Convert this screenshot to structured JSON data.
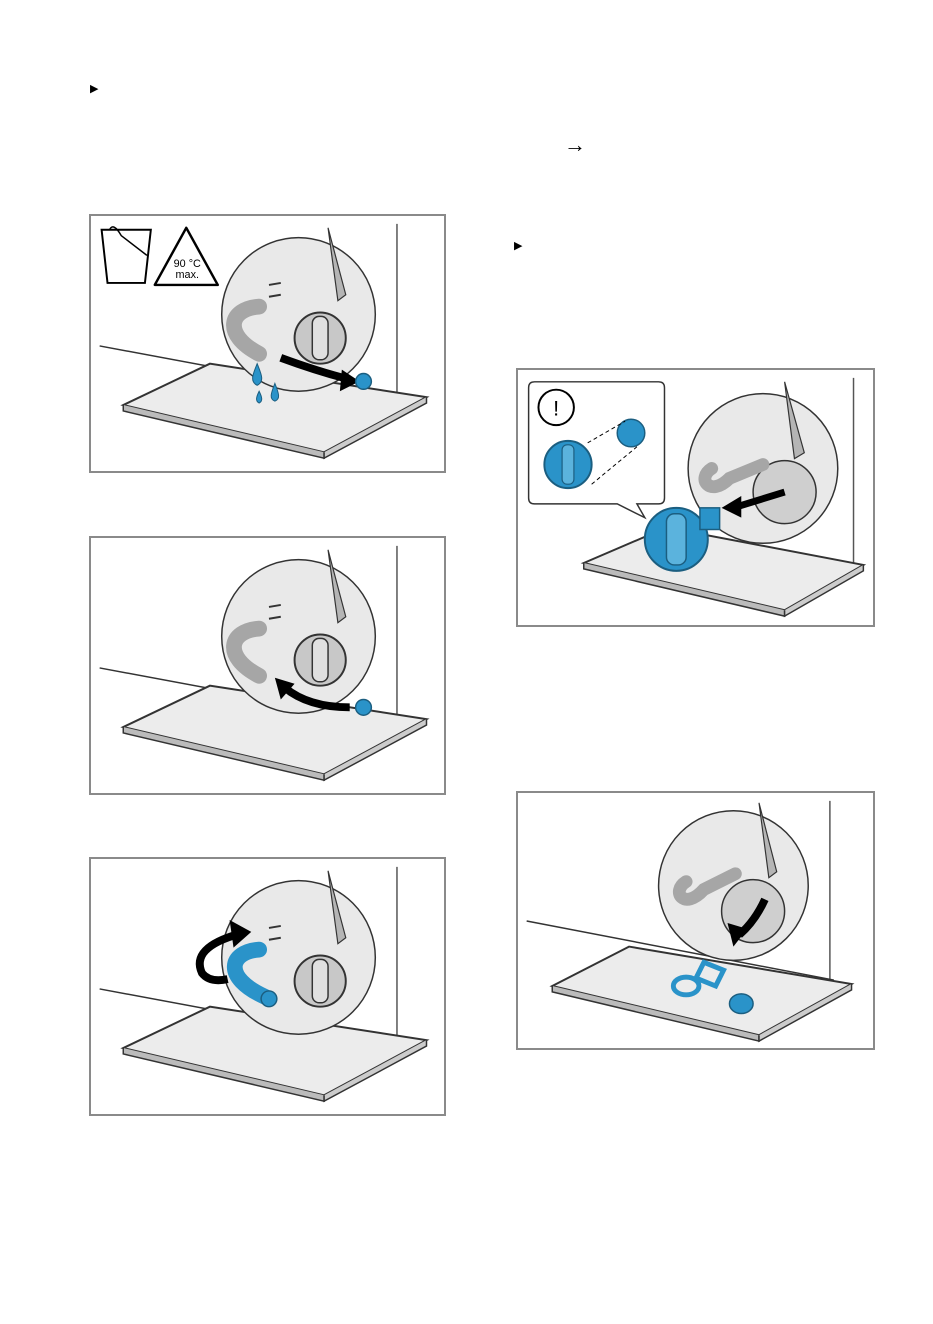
{
  "document": {
    "bullet_glyph": "▶",
    "arrow_glyph": "→"
  },
  "figures": [
    {
      "id": "fig-drain-water",
      "warning_label_line1": "90 °C",
      "warning_label_line2": "max.",
      "accent_color": "#2a93c9"
    },
    {
      "id": "fig-refit-cap",
      "accent_color": "#2a93c9"
    },
    {
      "id": "fig-stow-hose",
      "accent_color": "#2a93c9"
    },
    {
      "id": "fig-remove-filter",
      "notice_glyph": "!",
      "accent_color": "#2a93c9"
    },
    {
      "id": "fig-clean-filter-housing",
      "accent_color": "#2a93c9"
    }
  ],
  "colors": {
    "frame": "#8a8a8a",
    "accent_blue": "#2a93c9",
    "machine_grey": "#d9d9d9",
    "hose_grey": "#a6a6a6"
  }
}
